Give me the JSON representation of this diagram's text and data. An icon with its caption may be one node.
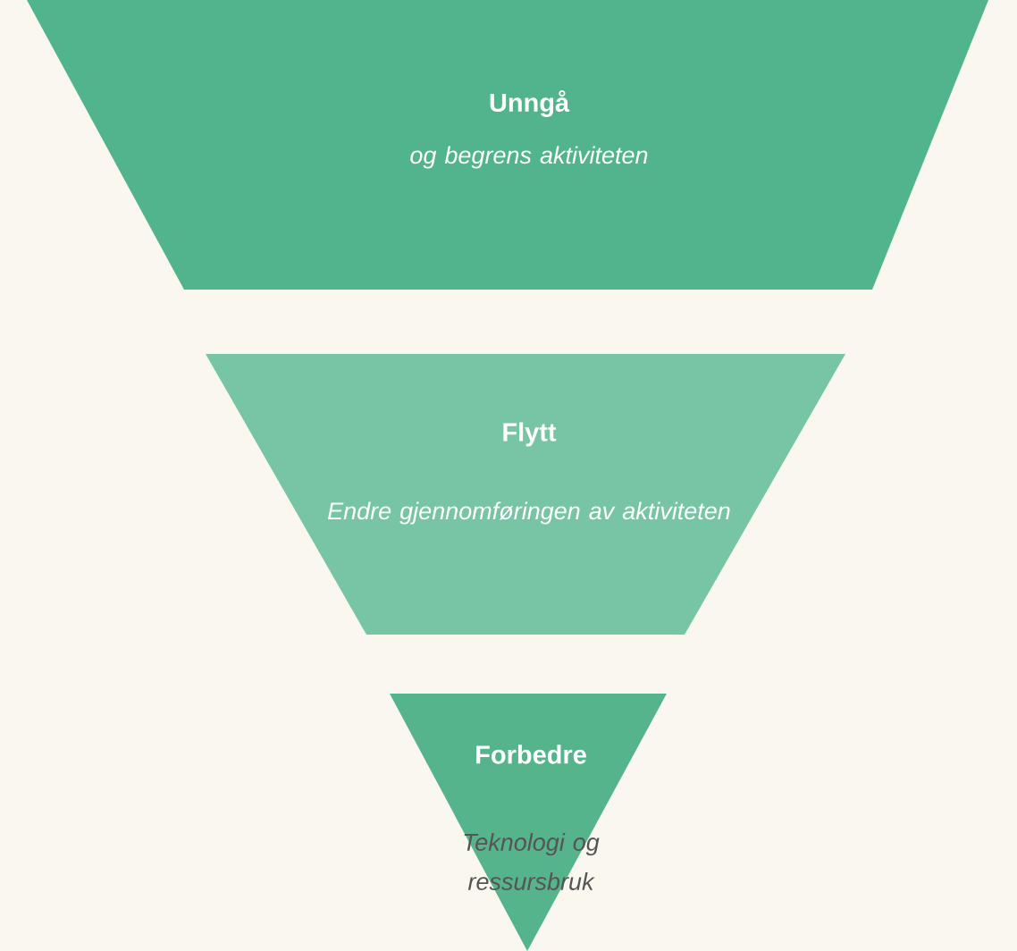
{
  "diagram": {
    "nodes": [
      {
        "text": [
          "Unngå",
          "og begrens aktiviteten"
        ]
      },
      {
        "text": [
          "Flytt",
          "Endre gjennomføringen av aktiviteten"
        ]
      },
      {
        "text": [
          "Forbedre",
          "Teknologi og ressursbruk"
        ]
      }
    ]
  }
}
